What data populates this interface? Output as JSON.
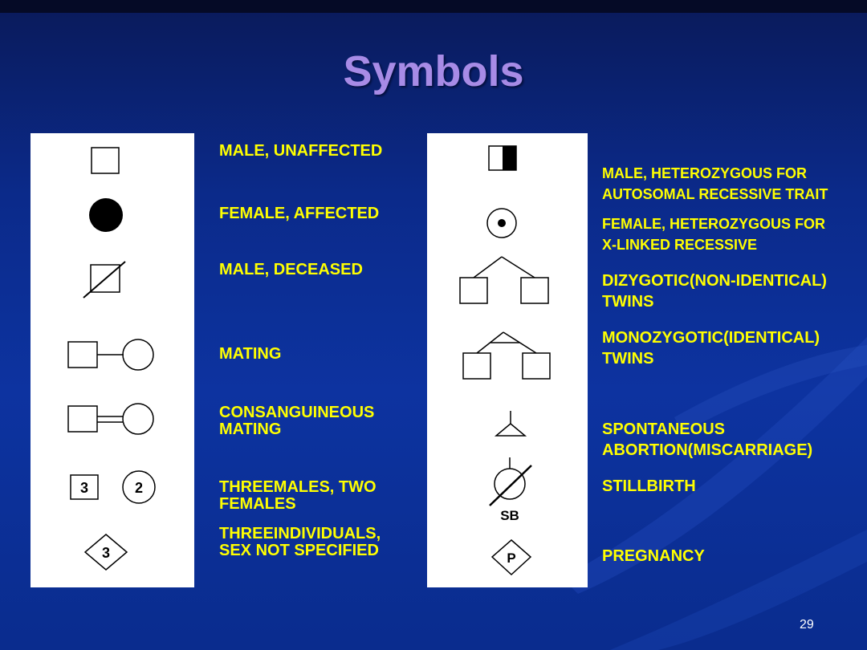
{
  "slide": {
    "title": "Symbols",
    "page_number": "29"
  },
  "left_labels": [
    "MALE, UNAFFECTED",
    "FEMALE, AFFECTED",
    "MALE, DECEASED",
    "MATING",
    "CONSANGUINEOUS\nMATING",
    "THREEMALES, TWO\nFEMALES",
    "THREEINDIVIDUALS,\nSEX NOT SPECIFIED"
  ],
  "right_labels": [
    "MALE, HETEROZYGOUS FOR\nAUTOSOMAL RECESSIVE TRAIT",
    "FEMALE, HETEROZYGOUS FOR\nX-LINKED RECESSIVE",
    "DIZYGOTIC(NON-IDENTICAL)\nTWINS",
    "MONOZYGOTIC(IDENTICAL)\nTWINS",
    "SPONTANEOUS\nABORTION(MISCARRIAGE)",
    "STILLBIRTH",
    "PREGNANCY"
  ],
  "symbol_text": {
    "three_males": "3",
    "two_females": "2",
    "three_unspecified": "3",
    "stillbirth": "SB",
    "pregnancy": "P"
  },
  "colors": {
    "title": "#a78be6",
    "labels": "#ffff00",
    "background": "#0d33a0"
  }
}
